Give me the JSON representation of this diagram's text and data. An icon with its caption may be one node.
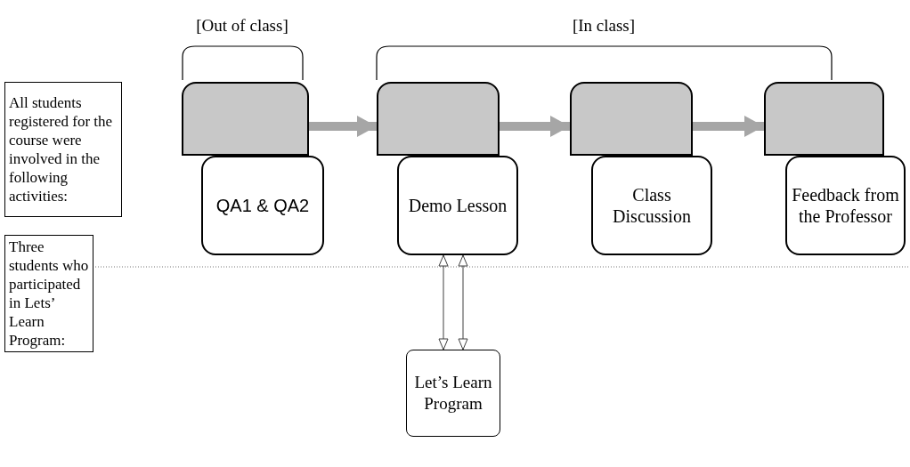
{
  "diagram": {
    "nodes": [
      {
        "text": [
          "All students registered for the course were involved in the following activities:"
        ]
      },
      {
        "text": [
          "Three students who participated in Lets’ Learn Program:"
        ]
      },
      {
        "text": [],
        "shape": "box"
      },
      {
        "text": [
          "QA1 & QA2"
        ]
      },
      {
        "text": [],
        "shape": "box"
      },
      {
        "text": [
          "Demo Lesson"
        ]
      },
      {
        "text": [],
        "shape": "box"
      },
      {
        "text": [
          "Class Discussion"
        ]
      },
      {
        "text": [],
        "shape": "box"
      },
      {
        "text": [
          "Feedback from the Professor"
        ]
      },
      {
        "text": [
          "Let’s Learn Program"
        ]
      }
    ],
    "edges": [
      {
        "from": 2,
        "to": 4,
        "arrow": "to"
      },
      {
        "from": 4,
        "to": 6,
        "arrow": "to"
      },
      {
        "from": 6,
        "to": 8,
        "arrow": "to"
      },
      {
        "from": 5,
        "to": 10,
        "arrow": "both",
        "color": "#404040"
      },
      {
        "from": 5,
        "to": 10,
        "arrow": "both",
        "color": "#404040"
      }
    ],
    "labels": [
      "[Out of class]",
      "[In class]"
    ]
  }
}
